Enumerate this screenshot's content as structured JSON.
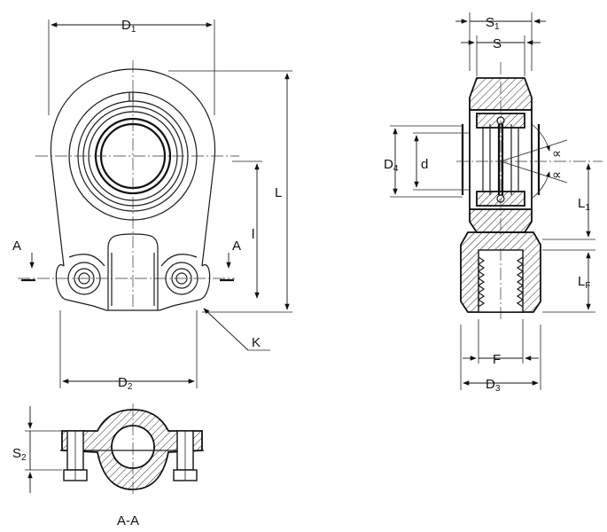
{
  "labels": {
    "d1": {
      "main": "D",
      "sub": "1"
    },
    "d2": {
      "main": "D",
      "sub": "2"
    },
    "d3": {
      "main": "D",
      "sub": "3"
    },
    "d4": {
      "main": "D",
      "sub": "4"
    },
    "d": "d",
    "l": "L",
    "l_small": "l",
    "l1": {
      "main": "L",
      "sub": "1"
    },
    "lf": {
      "main": "L",
      "sub": "F"
    },
    "s": "S",
    "s1": {
      "main": "S",
      "sub": "1"
    },
    "s2": {
      "main": "S",
      "sub": "2"
    },
    "f": "F",
    "k": "K",
    "a_left": "A",
    "a_right": "A",
    "alpha_top": "∝",
    "alpha_bottom": "∝",
    "section": "A-A"
  }
}
